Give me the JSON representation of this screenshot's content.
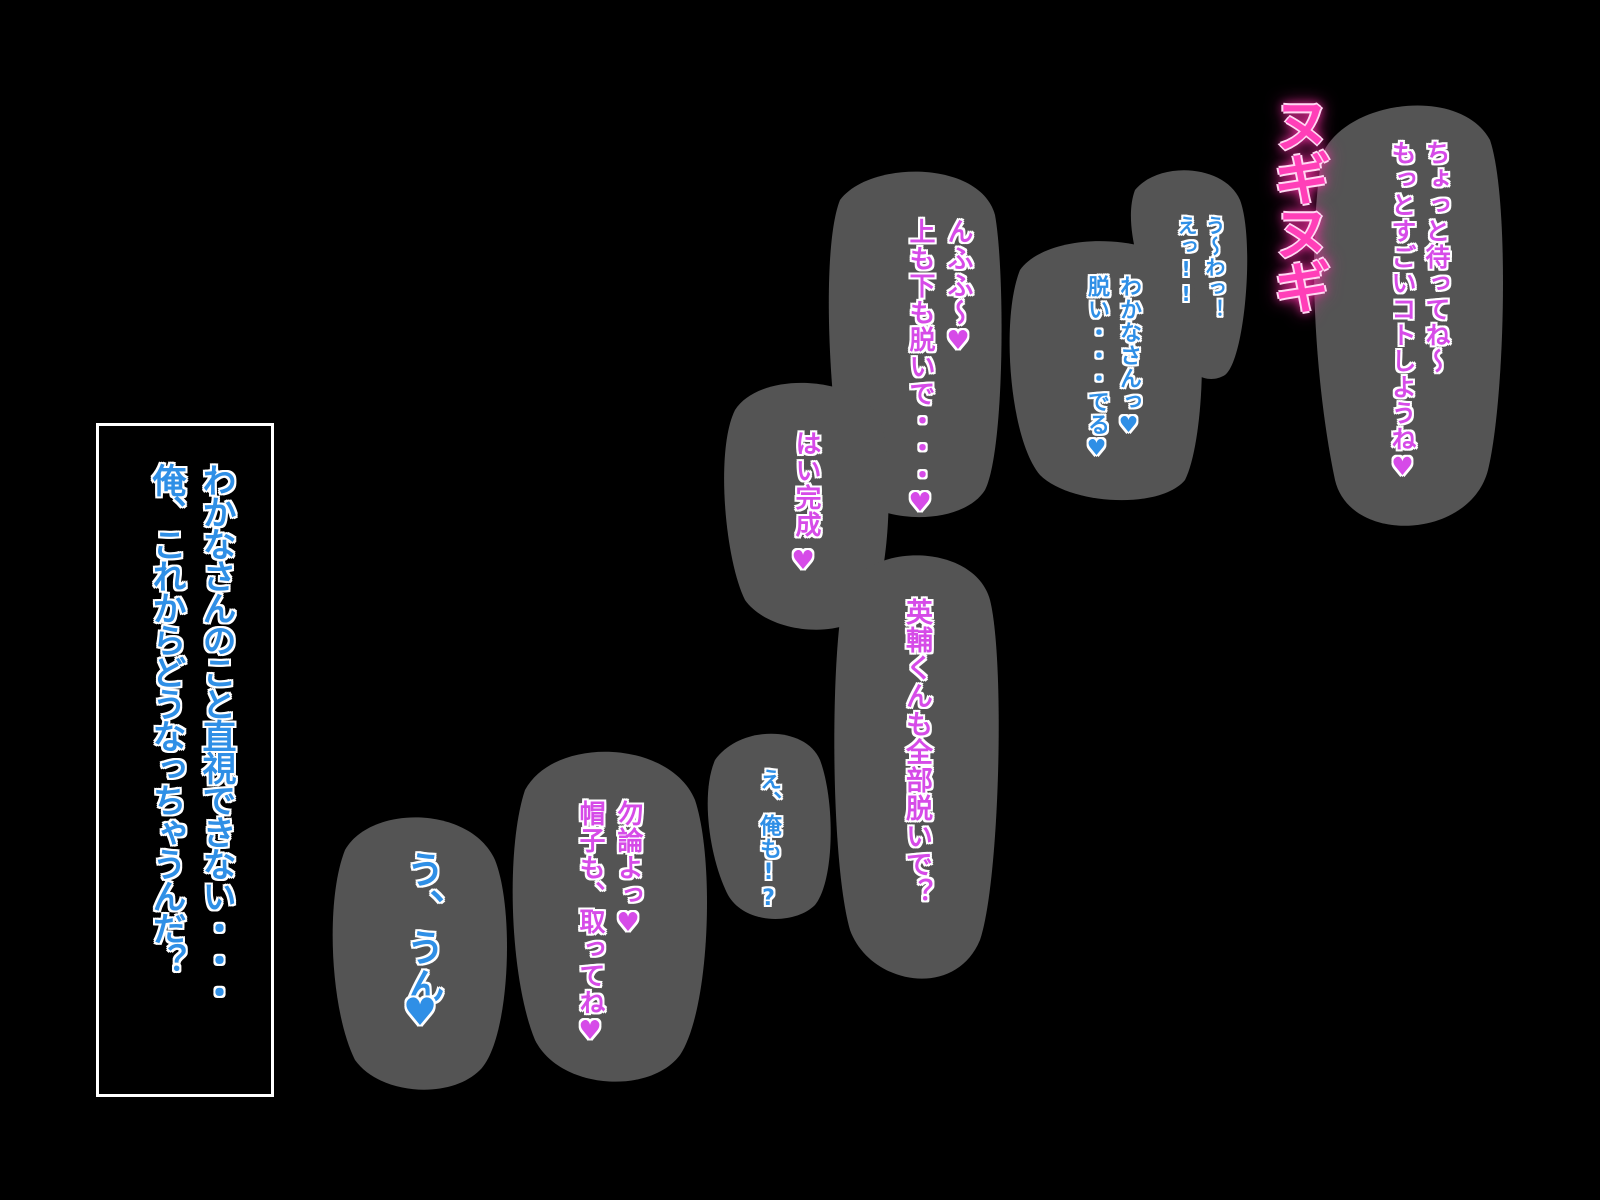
{
  "sound_effect": "ヌギヌギ",
  "narration": {
    "lines": [
      "わかなさんのこと直視できない・・・",
      "俺、これからどうなっちゃうんだ？"
    ]
  },
  "bubbles": [
    {
      "speaker": "female",
      "lines": [
        "ちょっと待ってね～",
        "もっとすごいコトしようね♥"
      ]
    },
    {
      "speaker": "male",
      "lines": [
        "う～わっ！",
        "えっ!!"
      ]
    },
    {
      "speaker": "male",
      "lines": [
        "わかなさんっ♥",
        "脱い・・・でる♥"
      ]
    },
    {
      "speaker": "female",
      "lines": [
        "んふふ～♥",
        "上も下も脱いで・・・♥"
      ]
    },
    {
      "speaker": "female",
      "lines": [
        "はい完成",
        "♥"
      ]
    },
    {
      "speaker": "female",
      "lines": [
        "英輔くんも全部脱いで？"
      ]
    },
    {
      "speaker": "male",
      "lines": [
        "え、俺も!?"
      ]
    },
    {
      "speaker": "female",
      "lines": [
        "勿論よっ♥",
        "帽子も、取ってね♥"
      ]
    },
    {
      "speaker": "male",
      "lines": [
        "う、うん",
        "♥"
      ]
    }
  ],
  "colors": {
    "background": "#000000",
    "bubble": "#545454",
    "female_text": "#d64be8",
    "male_text": "#2f8fe6",
    "sfx": "#ff3fb8",
    "frame": "#ffffff"
  }
}
